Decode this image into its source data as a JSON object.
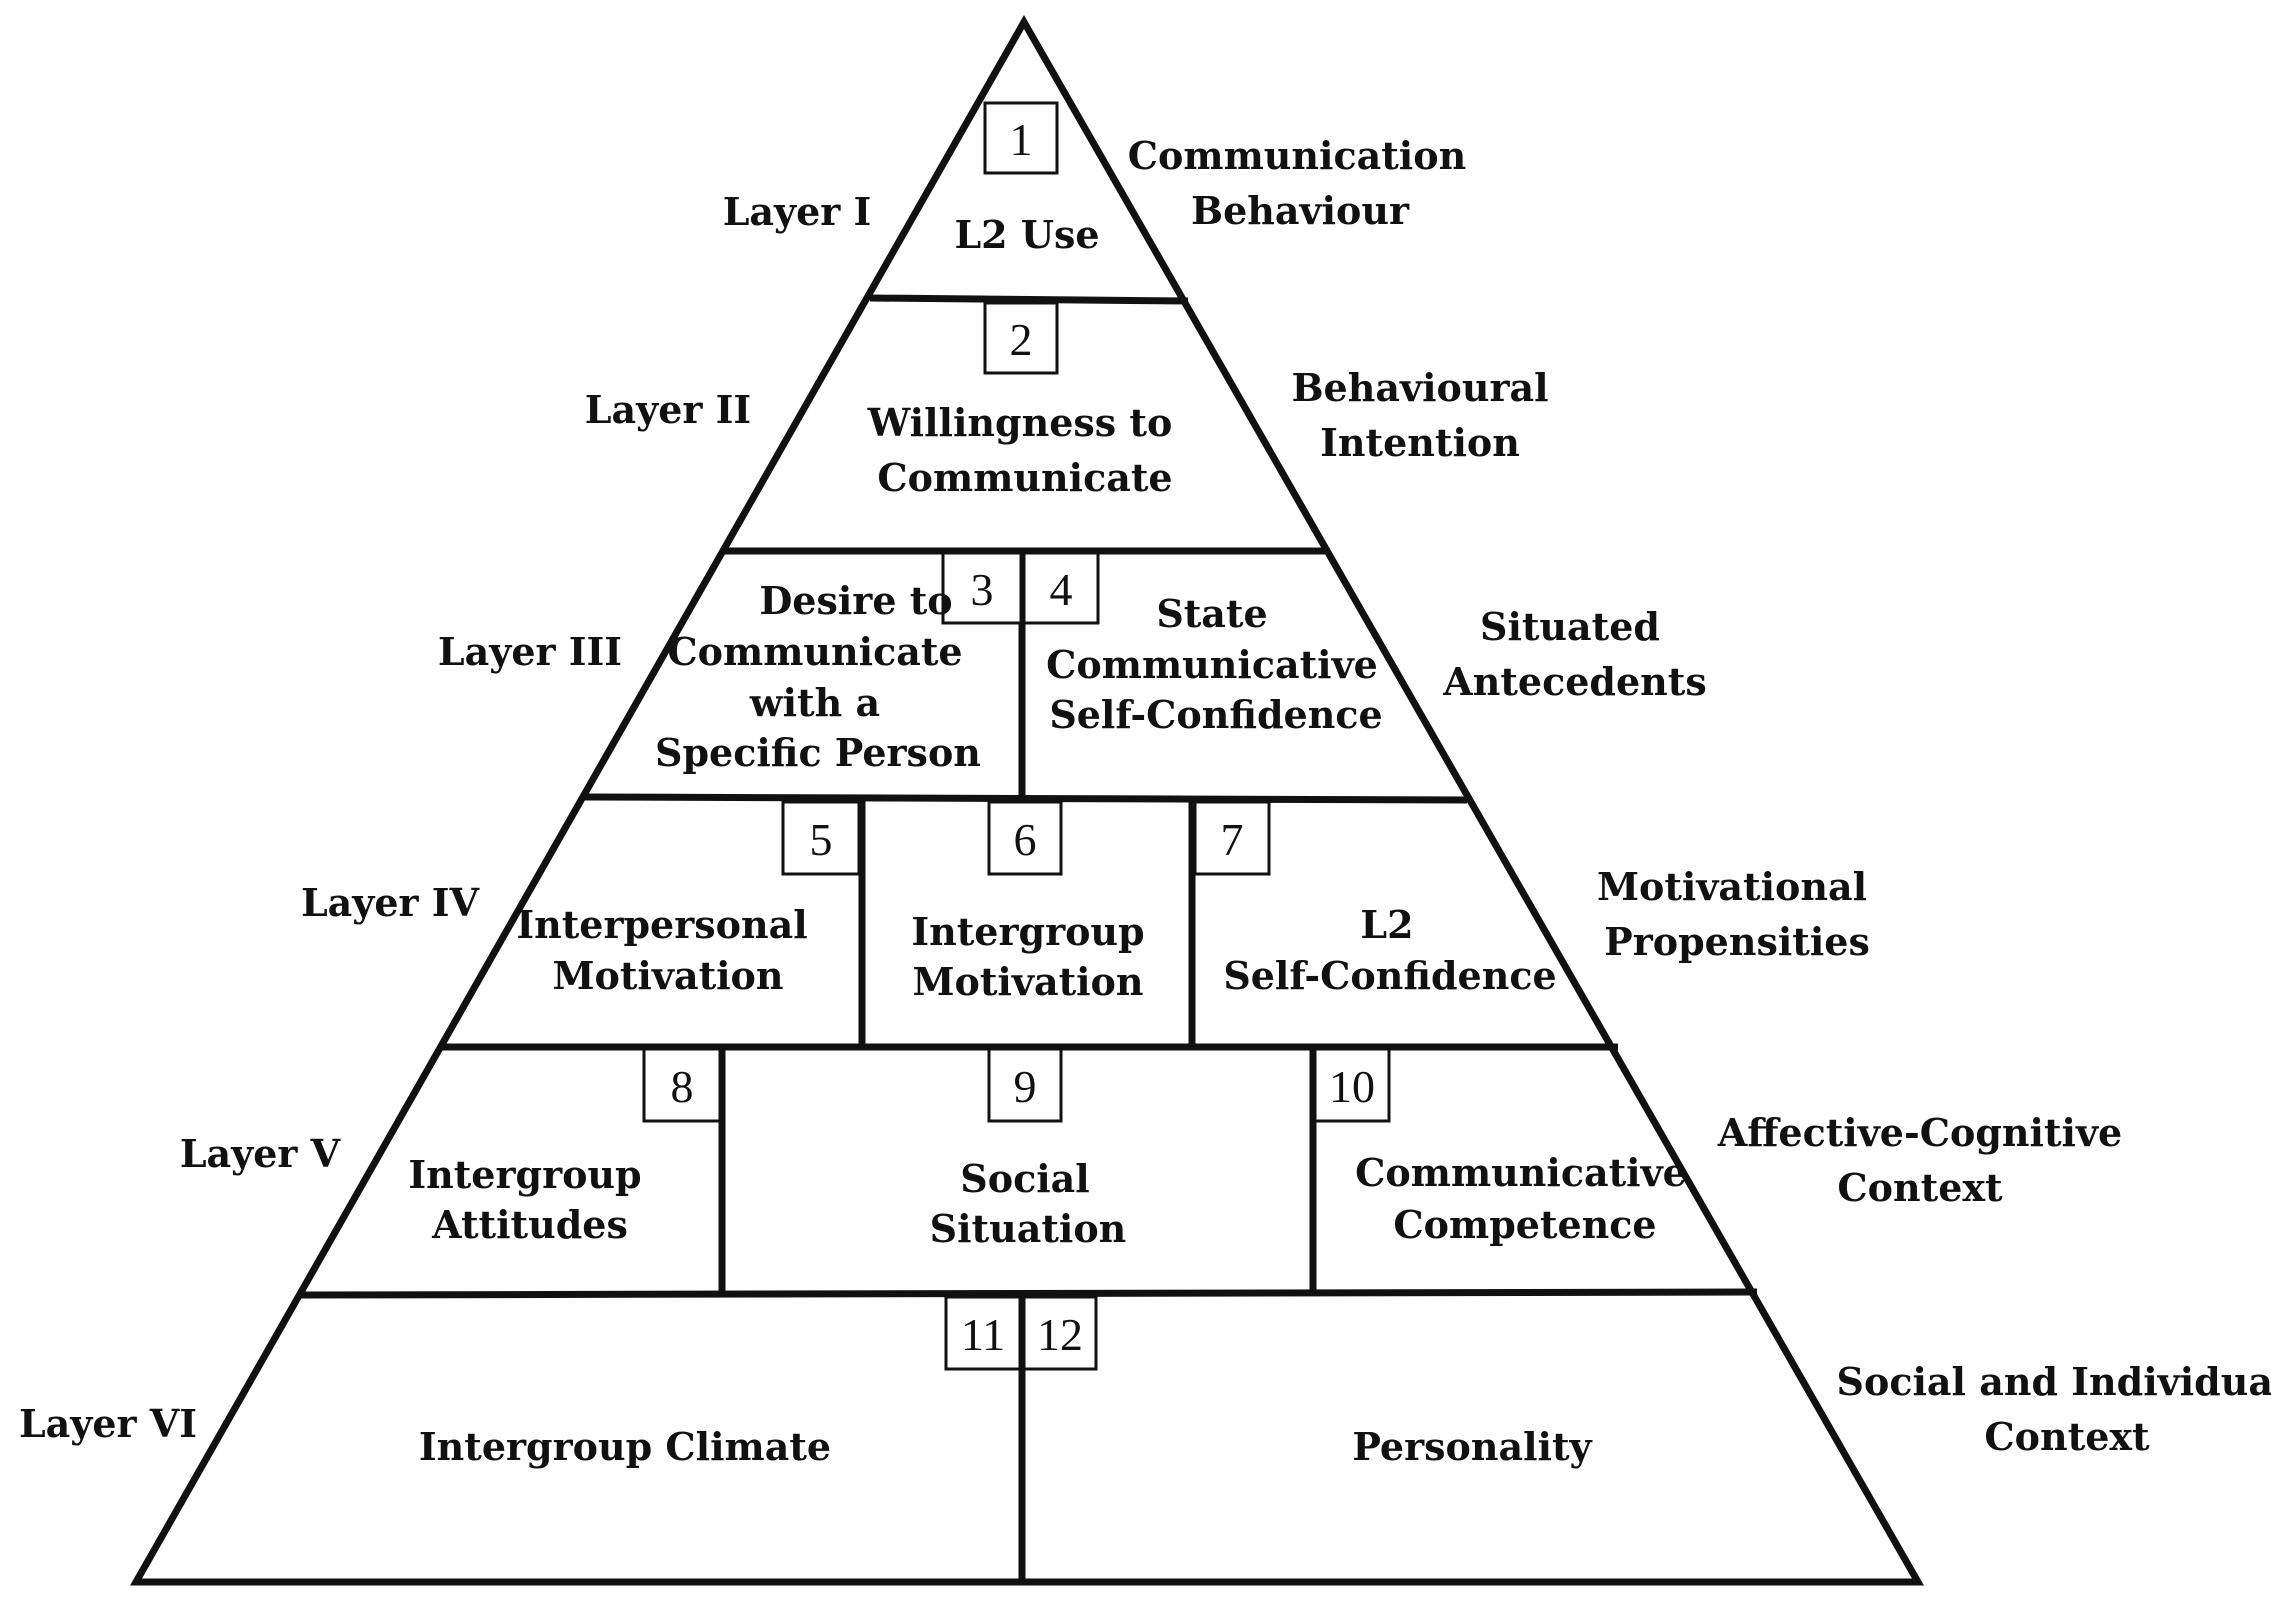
{
  "layers": [
    {
      "label": "Layer I",
      "side": [
        "Communication",
        "Behaviour"
      ]
    },
    {
      "label": "Layer II",
      "side": [
        "Behavioural",
        "Intention"
      ]
    },
    {
      "label": "Layer III",
      "side": [
        "Situated",
        "Antecedents"
      ]
    },
    {
      "label": "Layer IV",
      "side": [
        "Motivational",
        "Propensities"
      ]
    },
    {
      "label": "Layer V",
      "side": [
        "Affective-Cognitive",
        "Context"
      ]
    },
    {
      "label": "Layer VI",
      "side": [
        "Social and Individual",
        "Context"
      ]
    }
  ],
  "boxes": [
    {
      "number": "1",
      "lines": [
        "L2 Use"
      ]
    },
    {
      "number": "2",
      "lines": [
        "Willingness to",
        "Communicate"
      ]
    },
    {
      "number": "3",
      "lines": [
        "Desire to",
        "Communicate",
        "with a",
        "Specific Person"
      ]
    },
    {
      "number": "4",
      "lines": [
        "State",
        "Communicative",
        "Self-Confidence"
      ]
    },
    {
      "number": "5",
      "lines": [
        "Interpersonal",
        "Motivation"
      ]
    },
    {
      "number": "6",
      "lines": [
        "Intergroup",
        "Motivation"
      ]
    },
    {
      "number": "7",
      "lines": [
        "L2",
        "Self-Confidence"
      ]
    },
    {
      "number": "8",
      "lines": [
        "Intergroup",
        "Attitudes"
      ]
    },
    {
      "number": "9",
      "lines": [
        "Social",
        "Situation"
      ]
    },
    {
      "number": "10",
      "lines": [
        "Communicative",
        "Competence"
      ]
    },
    {
      "number": "11",
      "lines": [
        "Intergroup Climate"
      ]
    },
    {
      "number": "12",
      "lines": [
        "Personality"
      ]
    }
  ]
}
